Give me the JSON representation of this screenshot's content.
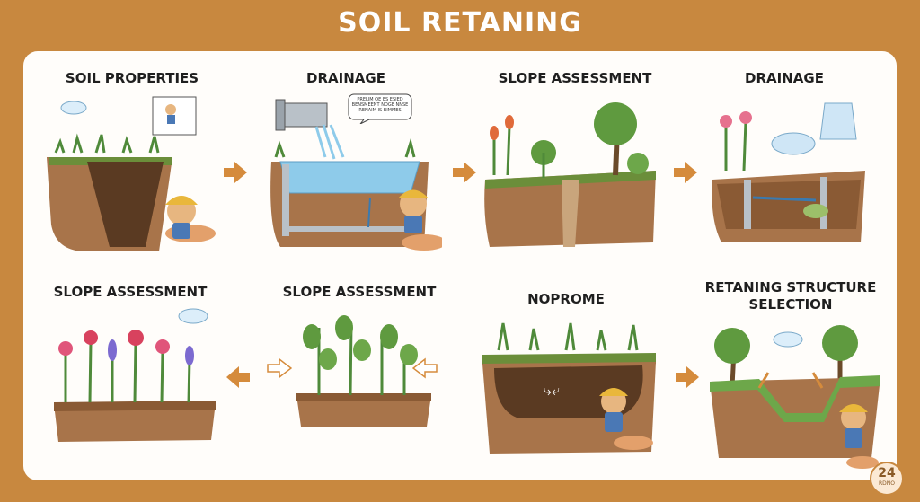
{
  "title": "SOIL RETANING",
  "steps": [
    {
      "label": "SOIL PROPERTIES"
    },
    {
      "label": "DRAINAGE"
    },
    {
      "label": "SLOPE ASSESSMENT"
    },
    {
      "label": "DRAINAGE"
    },
    {
      "label": "SLOPE ASSESSMENT"
    },
    {
      "label": "SLOPE ASSESSMENT"
    },
    {
      "label": "NOPROME"
    },
    {
      "label_line1": "RETANING STRUCTURE",
      "label_line2": "SELECTION"
    }
  ],
  "speech_bubble": "PRELIM OE ES ESIED\nBENSMEENT NOGE NNSE\nRENAIM IS BIMMES",
  "badge": {
    "number": "24",
    "sub": "RDNO"
  },
  "colors": {
    "frame": "#c8883f",
    "panel": "#fffdfa",
    "arrow": "#d58b3c",
    "soil": "#8a5a34",
    "water": "#8ecbea",
    "plant": "#4f8a3a"
  },
  "icons": [
    "worm-mascot-icon",
    "water-pipe-icon",
    "cloud-icon",
    "flower-icon",
    "tree-icon",
    "arrow-right-icon",
    "arrow-left-icon"
  ]
}
